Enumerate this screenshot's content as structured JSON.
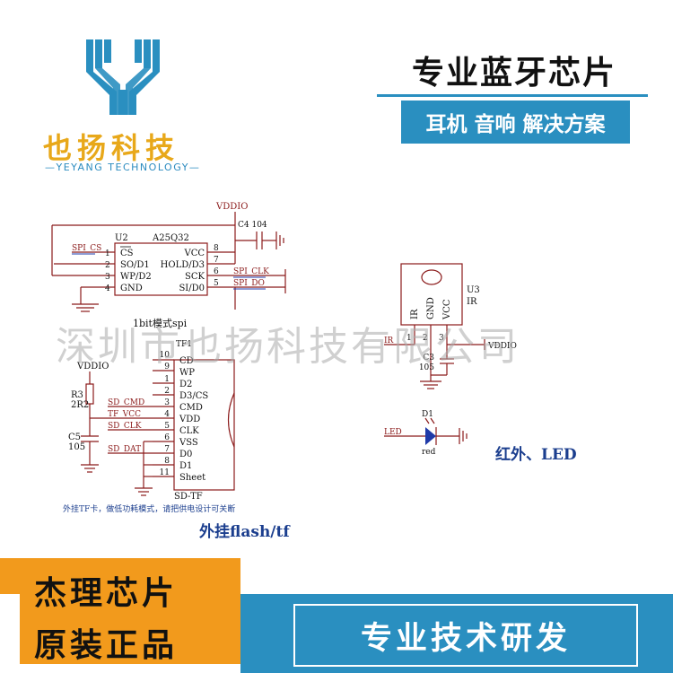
{
  "brand": {
    "name": "也扬科技",
    "subtitle": "—YEYANG TECHNOLOGY—",
    "colors": {
      "logo_blue": "#2a8fc0",
      "logo_orange": "#e8a81a"
    }
  },
  "header": {
    "title": "专业蓝牙芯片",
    "badge": "耳机 音响 解决方案"
  },
  "watermark": "深圳市也扬科技有限公司",
  "schematic": {
    "vddio": "VDDIO",
    "u2": {
      "ref": "U2",
      "part": "A25Q32",
      "pins_left": [
        {
          "num": "1",
          "name": "CS"
        },
        {
          "num": "2",
          "name": "SO/D1"
        },
        {
          "num": "3",
          "name": "WP/D2"
        },
        {
          "num": "4",
          "name": "GND"
        }
      ],
      "pins_right": [
        {
          "num": "8",
          "name": "VCC"
        },
        {
          "num": "7",
          "name": "HOLD/D3"
        },
        {
          "num": "6",
          "name": "SCK"
        },
        {
          "num": "5",
          "name": "SI/D0"
        }
      ],
      "cap": "C4 104",
      "net_cs": "SPI_CS",
      "net_clk": "SPI_CLK",
      "net_do": "SPI_DO",
      "mode": "1bit模式spi"
    },
    "tf": {
      "ref": "TF1",
      "part": "SD-TF",
      "pins": [
        {
          "num": "10",
          "name": "CD"
        },
        {
          "num": "9",
          "name": "WP"
        },
        {
          "num": "1",
          "name": "D2"
        },
        {
          "num": "2",
          "name": "D3/CS"
        },
        {
          "num": "3",
          "name": "CMD"
        },
        {
          "num": "4",
          "name": "VDD"
        },
        {
          "num": "5",
          "name": "CLK"
        },
        {
          "num": "6",
          "name": "VSS"
        },
        {
          "num": "7",
          "name": "D0"
        },
        {
          "num": "8",
          "name": "D1"
        },
        {
          "num": "11",
          "name": "Sheet"
        }
      ],
      "r3": "R3",
      "r3_val": "2R2",
      "c5": "C5",
      "c5_val": "105",
      "net_cmd": "SD_CMD",
      "net_vcc": "TF_VCC",
      "net_clk": "SD_CLK",
      "net_dat": "SD_DAT",
      "note": "外挂TF卡，做低功耗模式，请把供电设计可关断",
      "label": "外挂flash/tf"
    },
    "ir": {
      "ref": "U3",
      "part": "IR",
      "pins": [
        {
          "num": "1",
          "name": "IR"
        },
        {
          "num": "2",
          "name": "GND"
        },
        {
          "num": "3",
          "name": "VCC"
        }
      ],
      "net_ir": "IR",
      "cap": "C3",
      "cap_val": "105",
      "vddio": "VDDIO"
    },
    "led": {
      "ref": "D1",
      "color": "red",
      "net": "LED",
      "label": "红外、LED"
    }
  },
  "footer": {
    "line1": "杰理芯片",
    "line2": "原装正品",
    "slogan": "专业技术研发"
  }
}
